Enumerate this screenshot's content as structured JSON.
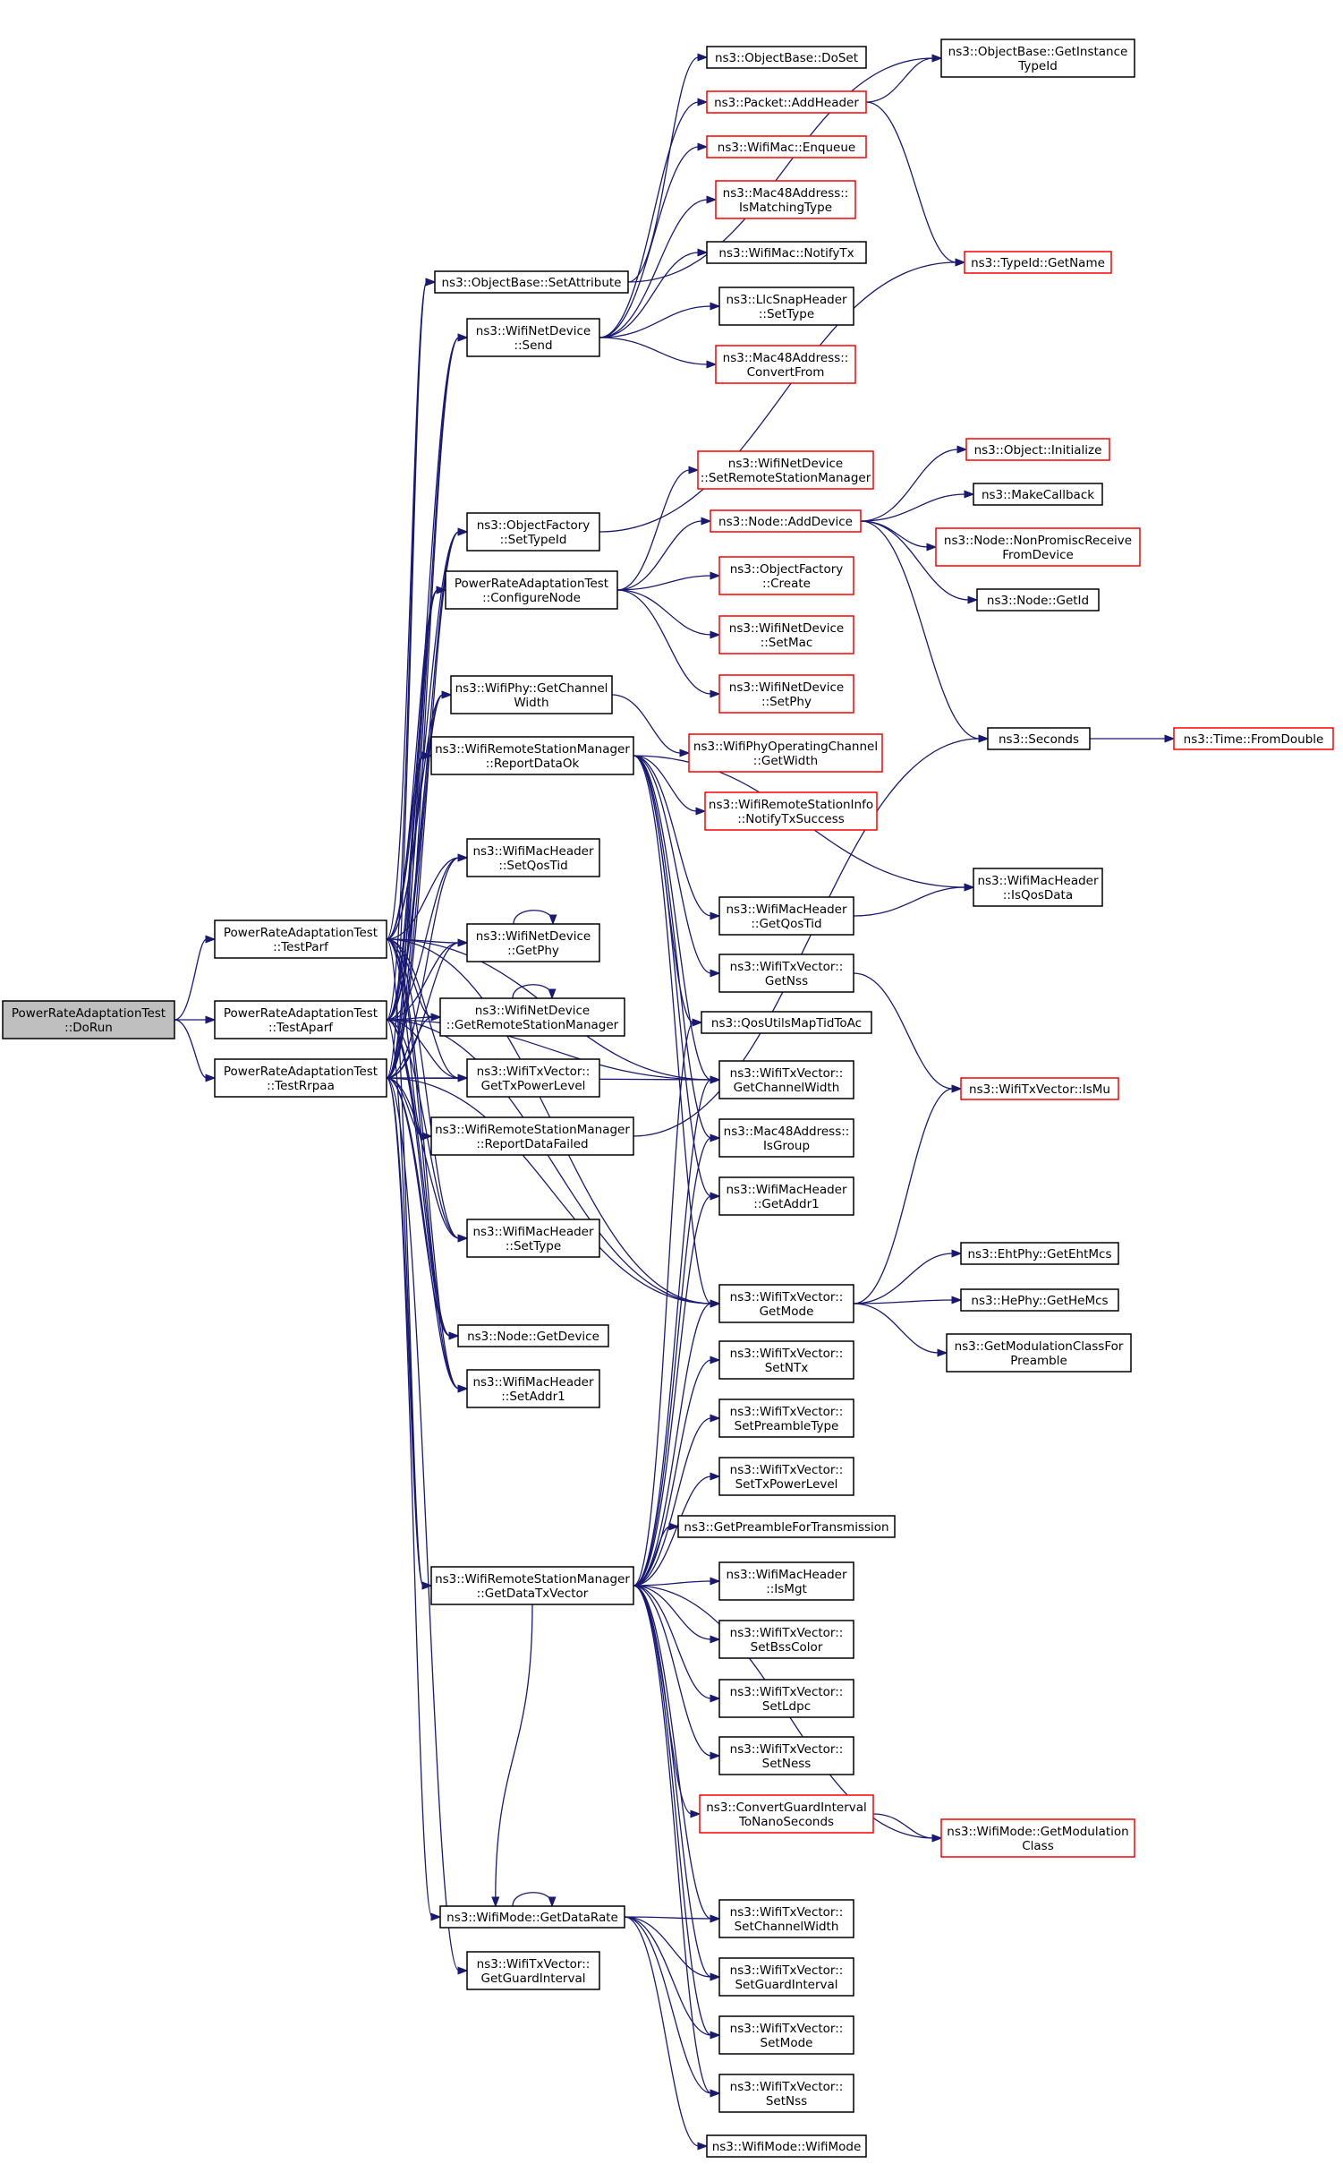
{
  "graph": {
    "title": "",
    "colors": {
      "edge": "#191970",
      "node_border": "#000000",
      "truncated_border": "#ff0000",
      "root_fill": "#bfbfbf",
      "node_fill": "#ffffff"
    },
    "nodes": [
      {
        "id": "dorun",
        "lines": [
          "PowerRateAdaptationTest",
          "::DoRun"
        ],
        "root": true
      },
      {
        "id": "testparf",
        "lines": [
          "PowerRateAdaptationTest",
          "::TestParf"
        ]
      },
      {
        "id": "testaparf",
        "lines": [
          "PowerRateAdaptationTest",
          "::TestAparf"
        ]
      },
      {
        "id": "testrrpaa",
        "lines": [
          "PowerRateAdaptationTest",
          "::TestRrpaa"
        ]
      },
      {
        "id": "setattribute",
        "lines": [
          "ns3::ObjectBase::SetAttribute"
        ]
      },
      {
        "id": "wnd_send",
        "lines": [
          "ns3::WifiNetDevice",
          "::Send"
        ]
      },
      {
        "id": "of_settypeid",
        "lines": [
          "ns3::ObjectFactory",
          "::SetTypeId"
        ]
      },
      {
        "id": "configurenode",
        "lines": [
          "PowerRateAdaptationTest",
          "::ConfigureNode"
        ]
      },
      {
        "id": "getchannelwidth_phy",
        "lines": [
          "ns3::WifiPhy::GetChannel",
          "Width"
        ]
      },
      {
        "id": "reportdataok",
        "lines": [
          "ns3::WifiRemoteStationManager",
          "::ReportDataOk"
        ]
      },
      {
        "id": "setqostid",
        "lines": [
          "ns3::WifiMacHeader",
          "::SetQosTid"
        ]
      },
      {
        "id": "wnd_getphy",
        "lines": [
          "ns3::WifiNetDevice",
          "::GetPhy"
        ]
      },
      {
        "id": "wnd_getrsm",
        "lines": [
          "ns3::WifiNetDevice",
          "::GetRemoteStationManager"
        ]
      },
      {
        "id": "gettxpowerlevel",
        "lines": [
          "ns3::WifiTxVector::",
          "GetTxPowerLevel"
        ]
      },
      {
        "id": "reportdatafailed",
        "lines": [
          "ns3::WifiRemoteStationManager",
          "::ReportDataFailed"
        ]
      },
      {
        "id": "settype_mac",
        "lines": [
          "ns3::WifiMacHeader",
          "::SetType"
        ]
      },
      {
        "id": "node_getdevice",
        "lines": [
          "ns3::Node::GetDevice"
        ]
      },
      {
        "id": "setaddr1",
        "lines": [
          "ns3::WifiMacHeader",
          "::SetAddr1"
        ]
      },
      {
        "id": "getdatatxvector",
        "lines": [
          "ns3::WifiRemoteStationManager",
          "::GetDataTxVector"
        ]
      },
      {
        "id": "getdatarate",
        "lines": [
          "ns3::WifiMode::GetDataRate"
        ]
      },
      {
        "id": "getguardinterval",
        "lines": [
          "ns3::WifiTxVector::",
          "GetGuardInterval"
        ]
      },
      {
        "id": "doset",
        "lines": [
          "ns3::ObjectBase::DoSet"
        ]
      },
      {
        "id": "getinstancetypeid",
        "lines": [
          "ns3::ObjectBase::GetInstance",
          "TypeId"
        ]
      },
      {
        "id": "addheader",
        "lines": [
          "ns3::Packet::AddHeader"
        ],
        "truncated": true
      },
      {
        "id": "enqueue",
        "lines": [
          "ns3::WifiMac::Enqueue"
        ],
        "truncated": true
      },
      {
        "id": "ismatchingtype",
        "lines": [
          "ns3::Mac48Address::",
          "IsMatchingType"
        ],
        "truncated": true
      },
      {
        "id": "notifytx",
        "lines": [
          "ns3::WifiMac::NotifyTx"
        ]
      },
      {
        "id": "llc_settype",
        "lines": [
          "ns3::LlcSnapHeader",
          "::SetType"
        ]
      },
      {
        "id": "convertfrom",
        "lines": [
          "ns3::Mac48Address::",
          "ConvertFrom"
        ],
        "truncated": true
      },
      {
        "id": "typeid_getname",
        "lines": [
          "ns3::TypeId::GetName"
        ],
        "truncated": true
      },
      {
        "id": "wnd_setrsm",
        "lines": [
          "ns3::WifiNetDevice",
          "::SetRemoteStationManager"
        ],
        "truncated": true
      },
      {
        "id": "node_adddevice",
        "lines": [
          "ns3::Node::AddDevice"
        ],
        "truncated": true
      },
      {
        "id": "of_create",
        "lines": [
          "ns3::ObjectFactory",
          "::Create"
        ],
        "truncated": true
      },
      {
        "id": "wnd_setmac",
        "lines": [
          "ns3::WifiNetDevice",
          "::SetMac"
        ],
        "truncated": true
      },
      {
        "id": "wnd_setphy",
        "lines": [
          "ns3::WifiNetDevice",
          "::SetPhy"
        ],
        "truncated": true
      },
      {
        "id": "object_initialize",
        "lines": [
          "ns3::Object::Initialize"
        ],
        "truncated": true
      },
      {
        "id": "makecallback",
        "lines": [
          "ns3::MakeCallback"
        ]
      },
      {
        "id": "nonpromisc",
        "lines": [
          "ns3::Node::NonPromiscReceive",
          "FromDevice"
        ],
        "truncated": true
      },
      {
        "id": "node_getid",
        "lines": [
          "ns3::Node::GetId"
        ]
      },
      {
        "id": "seconds",
        "lines": [
          "ns3::Seconds"
        ]
      },
      {
        "id": "fromdouble",
        "lines": [
          "ns3::Time::FromDouble"
        ],
        "truncated": true
      },
      {
        "id": "poc_getwidth",
        "lines": [
          "ns3::WifiPhyOperatingChannel",
          "::GetWidth"
        ],
        "truncated": true
      },
      {
        "id": "notifytxsuccess",
        "lines": [
          "ns3::WifiRemoteStationInfo",
          "::NotifyTxSuccess"
        ],
        "truncated": true
      },
      {
        "id": "isqosdata",
        "lines": [
          "ns3::WifiMacHeader",
          "::IsQosData"
        ]
      },
      {
        "id": "getqostid",
        "lines": [
          "ns3::WifiMacHeader",
          "::GetQosTid"
        ]
      },
      {
        "id": "getnss",
        "lines": [
          "ns3::WifiTxVector::",
          "GetNss"
        ]
      },
      {
        "id": "qosutils",
        "lines": [
          "ns3::QosUtilsMapTidToAc"
        ]
      },
      {
        "id": "getchannelwidth_tx",
        "lines": [
          "ns3::WifiTxVector::",
          "GetChannelWidth"
        ]
      },
      {
        "id": "ismu",
        "lines": [
          "ns3::WifiTxVector::IsMu"
        ],
        "truncated": true
      },
      {
        "id": "isgroup",
        "lines": [
          "ns3::Mac48Address::",
          "IsGroup"
        ]
      },
      {
        "id": "getaddr1",
        "lines": [
          "ns3::WifiMacHeader",
          "::GetAddr1"
        ]
      },
      {
        "id": "getmode",
        "lines": [
          "ns3::WifiTxVector::",
          "GetMode"
        ]
      },
      {
        "id": "getehtmcs",
        "lines": [
          "ns3::EhtPhy::GetEhtMcs"
        ]
      },
      {
        "id": "gethemcs",
        "lines": [
          "ns3::HePhy::GetHeMcs"
        ]
      },
      {
        "id": "getmodclasspreamble",
        "lines": [
          "ns3::GetModulationClassFor",
          "Preamble"
        ]
      },
      {
        "id": "setntx",
        "lines": [
          "ns3::WifiTxVector::",
          "SetNTx"
        ]
      },
      {
        "id": "setpreambletype",
        "lines": [
          "ns3::WifiTxVector::",
          "SetPreambleType"
        ]
      },
      {
        "id": "settxpowerlevel",
        "lines": [
          "ns3::WifiTxVector::",
          "SetTxPowerLevel"
        ]
      },
      {
        "id": "getpreamblefortx",
        "lines": [
          "ns3::GetPreambleForTransmission"
        ]
      },
      {
        "id": "ismgt",
        "lines": [
          "ns3::WifiMacHeader",
          "::IsMgt"
        ]
      },
      {
        "id": "setbsscolor",
        "lines": [
          "ns3::WifiTxVector::",
          "SetBssColor"
        ]
      },
      {
        "id": "setldpc",
        "lines": [
          "ns3::WifiTxVector::",
          "SetLdpc"
        ]
      },
      {
        "id": "setness",
        "lines": [
          "ns3::WifiTxVector::",
          "SetNess"
        ]
      },
      {
        "id": "convertgi",
        "lines": [
          "ns3::ConvertGuardInterval",
          "ToNanoSeconds"
        ],
        "truncated": true
      },
      {
        "id": "getmodulationclass",
        "lines": [
          "ns3::WifiMode::GetModulation",
          "Class"
        ],
        "truncated": true
      },
      {
        "id": "setchannelwidth",
        "lines": [
          "ns3::WifiTxVector::",
          "SetChannelWidth"
        ]
      },
      {
        "id": "setguardinterval",
        "lines": [
          "ns3::WifiTxVector::",
          "SetGuardInterval"
        ]
      },
      {
        "id": "setmode",
        "lines": [
          "ns3::WifiTxVector::",
          "SetMode"
        ]
      },
      {
        "id": "setnss",
        "lines": [
          "ns3::WifiTxVector::",
          "SetNss"
        ]
      },
      {
        "id": "wifimode_wifimode",
        "lines": [
          "ns3::WifiMode::WifiMode"
        ]
      }
    ],
    "edges": [
      [
        "dorun",
        "testparf"
      ],
      [
        "dorun",
        "testaparf"
      ],
      [
        "dorun",
        "testrrpaa"
      ],
      [
        "testparf",
        "setattribute"
      ],
      [
        "testparf",
        "wnd_send"
      ],
      [
        "testparf",
        "of_settypeid"
      ],
      [
        "testparf",
        "configurenode"
      ],
      [
        "testparf",
        "getchannelwidth_phy"
      ],
      [
        "testparf",
        "reportdataok"
      ],
      [
        "testparf",
        "setqostid"
      ],
      [
        "testparf",
        "wnd_getphy"
      ],
      [
        "testparf",
        "wnd_getrsm"
      ],
      [
        "testparf",
        "gettxpowerlevel"
      ],
      [
        "testparf",
        "reportdatafailed"
      ],
      [
        "testparf",
        "settype_mac"
      ],
      [
        "testparf",
        "node_getdevice"
      ],
      [
        "testparf",
        "setaddr1"
      ],
      [
        "testparf",
        "getdatatxvector"
      ],
      [
        "testparf",
        "getmode"
      ],
      [
        "testparf",
        "getchannelwidth_tx"
      ],
      [
        "testaparf",
        "setattribute"
      ],
      [
        "testaparf",
        "wnd_send"
      ],
      [
        "testaparf",
        "of_settypeid"
      ],
      [
        "testaparf",
        "configurenode"
      ],
      [
        "testaparf",
        "getchannelwidth_phy"
      ],
      [
        "testaparf",
        "reportdataok"
      ],
      [
        "testaparf",
        "setqostid"
      ],
      [
        "testaparf",
        "wnd_getphy"
      ],
      [
        "testaparf",
        "wnd_getrsm"
      ],
      [
        "testaparf",
        "gettxpowerlevel"
      ],
      [
        "testaparf",
        "reportdatafailed"
      ],
      [
        "testaparf",
        "settype_mac"
      ],
      [
        "testaparf",
        "node_getdevice"
      ],
      [
        "testaparf",
        "setaddr1"
      ],
      [
        "testaparf",
        "getdatatxvector"
      ],
      [
        "testaparf",
        "getmode"
      ],
      [
        "testaparf",
        "getchannelwidth_tx"
      ],
      [
        "testrrpaa",
        "setattribute"
      ],
      [
        "testrrpaa",
        "wnd_send"
      ],
      [
        "testrrpaa",
        "of_settypeid"
      ],
      [
        "testrrpaa",
        "configurenode"
      ],
      [
        "testrrpaa",
        "getchannelwidth_phy"
      ],
      [
        "testrrpaa",
        "reportdataok"
      ],
      [
        "testrrpaa",
        "setqostid"
      ],
      [
        "testrrpaa",
        "wnd_getphy"
      ],
      [
        "testrrpaa",
        "wnd_getrsm"
      ],
      [
        "testrrpaa",
        "gettxpowerlevel"
      ],
      [
        "testrrpaa",
        "reportdatafailed"
      ],
      [
        "testrrpaa",
        "settype_mac"
      ],
      [
        "testrrpaa",
        "node_getdevice"
      ],
      [
        "testrrpaa",
        "setaddr1"
      ],
      [
        "testrrpaa",
        "getdatatxvector"
      ],
      [
        "testrrpaa",
        "getmode"
      ],
      [
        "testrrpaa",
        "getdatarate"
      ],
      [
        "testrrpaa",
        "getguardinterval"
      ],
      [
        "testrrpaa",
        "getchannelwidth_tx"
      ],
      [
        "setattribute",
        "doset"
      ],
      [
        "setattribute",
        "getinstancetypeid"
      ],
      [
        "wnd_send",
        "addheader"
      ],
      [
        "wnd_send",
        "enqueue"
      ],
      [
        "wnd_send",
        "ismatchingtype"
      ],
      [
        "wnd_send",
        "notifytx"
      ],
      [
        "wnd_send",
        "llc_settype"
      ],
      [
        "wnd_send",
        "convertfrom"
      ],
      [
        "addheader",
        "getinstancetypeid"
      ],
      [
        "addheader",
        "typeid_getname"
      ],
      [
        "of_settypeid",
        "typeid_getname"
      ],
      [
        "configurenode",
        "wnd_setrsm"
      ],
      [
        "configurenode",
        "node_adddevice"
      ],
      [
        "configurenode",
        "of_create"
      ],
      [
        "configurenode",
        "wnd_setmac"
      ],
      [
        "configurenode",
        "wnd_setphy"
      ],
      [
        "node_adddevice",
        "object_initialize"
      ],
      [
        "node_adddevice",
        "makecallback"
      ],
      [
        "node_adddevice",
        "nonpromisc"
      ],
      [
        "node_adddevice",
        "node_getid"
      ],
      [
        "node_adddevice",
        "seconds"
      ],
      [
        "seconds",
        "fromdouble"
      ],
      [
        "getchannelwidth_phy",
        "poc_getwidth"
      ],
      [
        "reportdataok",
        "notifytxsuccess"
      ],
      [
        "reportdataok",
        "isqosdata"
      ],
      [
        "reportdataok",
        "getqostid"
      ],
      [
        "reportdataok",
        "getnss"
      ],
      [
        "reportdataok",
        "qosutils"
      ],
      [
        "reportdataok",
        "getchannelwidth_tx"
      ],
      [
        "reportdataok",
        "isgroup"
      ],
      [
        "reportdataok",
        "getaddr1"
      ],
      [
        "reportdataok",
        "getmode"
      ],
      [
        "getqostid",
        "isqosdata"
      ],
      [
        "getnss",
        "ismu"
      ],
      [
        "reportdatafailed",
        "seconds"
      ],
      [
        "wnd_getphy",
        "wnd_getphy"
      ],
      [
        "wnd_getrsm",
        "wnd_getrsm"
      ],
      [
        "getmode",
        "ismu"
      ],
      [
        "getmode",
        "getehtmcs"
      ],
      [
        "getmode",
        "gethemcs"
      ],
      [
        "getmode",
        "getmodclasspreamble"
      ],
      [
        "getdatatxvector",
        "getchannelwidth_tx"
      ],
      [
        "getdatatxvector",
        "getaddr1"
      ],
      [
        "getdatatxvector",
        "getmode"
      ],
      [
        "getdatatxvector",
        "qosutils"
      ],
      [
        "getdatatxvector",
        "isgroup"
      ],
      [
        "getdatatxvector",
        "setntx"
      ],
      [
        "getdatatxvector",
        "setpreambletype"
      ],
      [
        "getdatatxvector",
        "settxpowerlevel"
      ],
      [
        "getdatatxvector",
        "getpreamblefortx"
      ],
      [
        "getdatatxvector",
        "ismgt"
      ],
      [
        "getdatatxvector",
        "setbsscolor"
      ],
      [
        "getdatatxvector",
        "setldpc"
      ],
      [
        "getdatatxvector",
        "setness"
      ],
      [
        "getdatatxvector",
        "convertgi"
      ],
      [
        "getdatatxvector",
        "getmodulationclass"
      ],
      [
        "getdatatxvector",
        "setchannelwidth"
      ],
      [
        "getdatatxvector",
        "setguardinterval"
      ],
      [
        "getdatatxvector",
        "setmode"
      ],
      [
        "getdatatxvector",
        "setnss"
      ],
      [
        "getdatatxvector",
        "getdatarate"
      ],
      [
        "convertgi",
        "getmodulationclass"
      ],
      [
        "getdatarate",
        "getdatarate"
      ],
      [
        "getdatarate",
        "setchannelwidth"
      ],
      [
        "getdatarate",
        "setguardinterval"
      ],
      [
        "getdatarate",
        "setmode"
      ],
      [
        "getdatarate",
        "setnss"
      ],
      [
        "getdatarate",
        "wifimode_wifimode"
      ]
    ]
  }
}
